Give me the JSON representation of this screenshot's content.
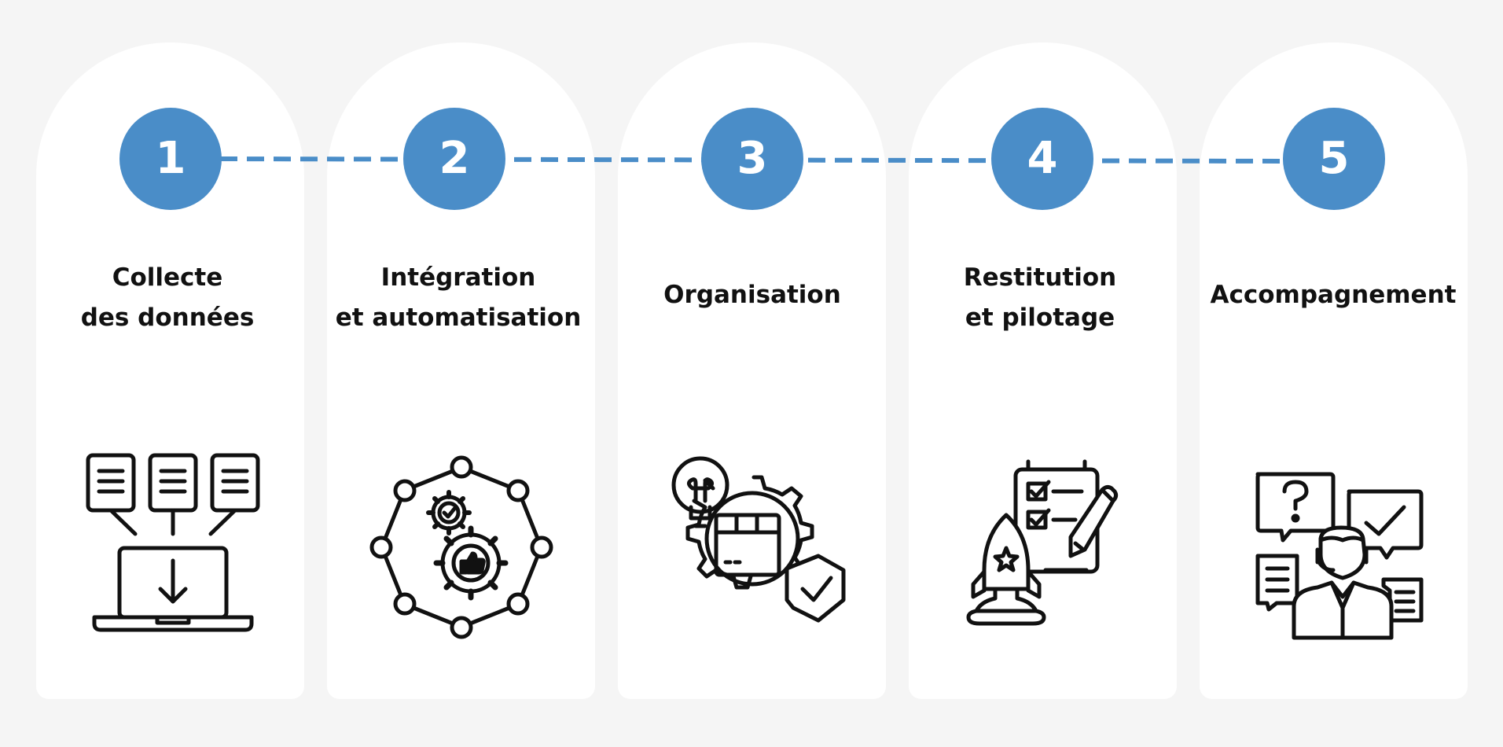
{
  "colors": {
    "accent": "#4a8dc8",
    "background": "#f5f5f5",
    "card": "#ffffff",
    "text": "#111111"
  },
  "steps": [
    {
      "number": "1",
      "title_line1": "Collecte",
      "title_line2": "des données",
      "icon": "laptop-download-icon"
    },
    {
      "number": "2",
      "title_line1": "Intégration",
      "title_line2": "et automatisation",
      "icon": "gear-network-icon"
    },
    {
      "number": "3",
      "title_line1": "Organisation",
      "title_line2": "",
      "icon": "gear-idea-shield-icon"
    },
    {
      "number": "4",
      "title_line1": "Restitution",
      "title_line2": "et pilotage",
      "icon": "rocket-checklist-icon"
    },
    {
      "number": "5",
      "title_line1": "Accompagnement",
      "title_line2": "",
      "icon": "support-person-icon"
    }
  ]
}
